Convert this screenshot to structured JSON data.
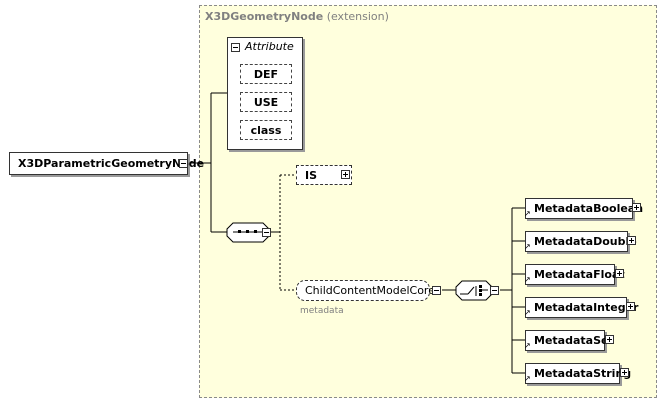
{
  "extension": {
    "base_name": "X3DGeometryNode",
    "suffix": "(extension)"
  },
  "root": {
    "name": "X3DParametricGeometryNode"
  },
  "attributes": {
    "header": "Attribute",
    "items": [
      "DEF",
      "USE",
      "class"
    ]
  },
  "is_node": {
    "name": "IS"
  },
  "group": {
    "name": "ChildContentModelCore",
    "sublabel": "metadata"
  },
  "metadata_elements": [
    "MetadataBoolean",
    "MetadataDouble",
    "MetadataFloat",
    "MetadataInteger",
    "MetadataSet",
    "MetadataString"
  ],
  "colors": {
    "extension_bg": "#ffffdd",
    "border": "#333333",
    "muted_text": "#808080"
  }
}
